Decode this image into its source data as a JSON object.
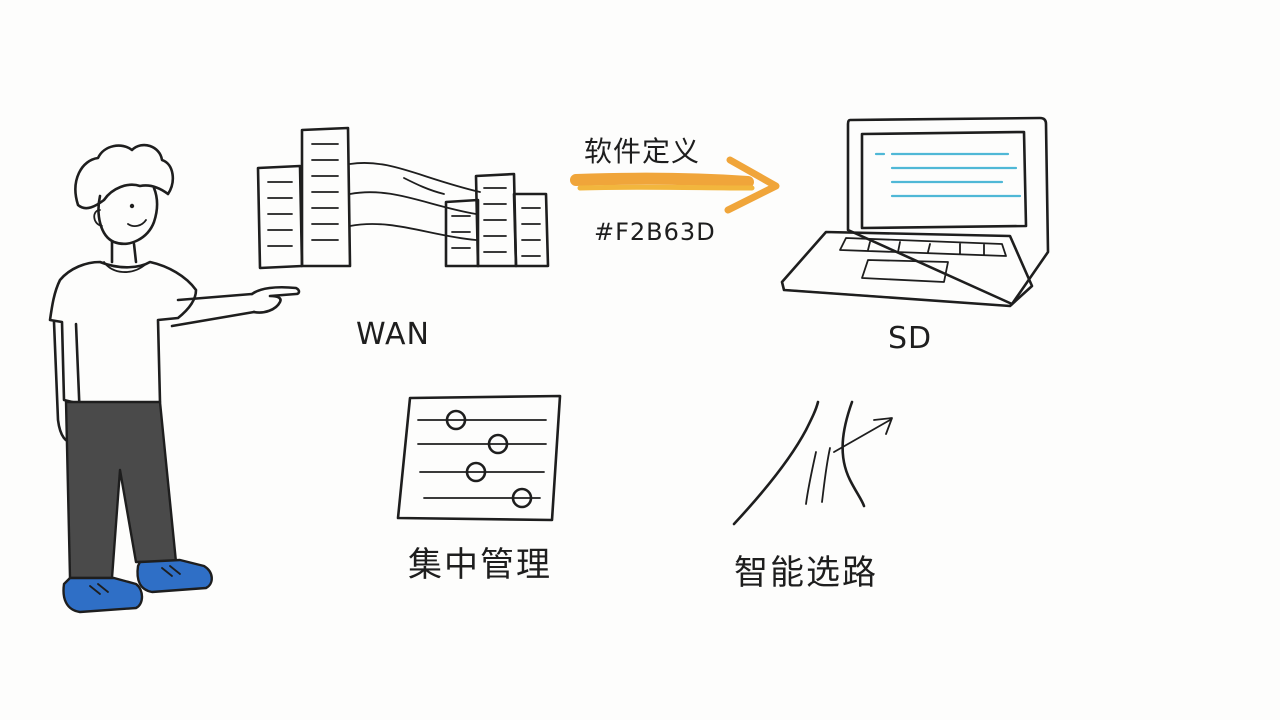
{
  "labels": {
    "wan": "WAN",
    "sd": "SD",
    "software_defined": "软件定义",
    "accent_hex": "#F2B63D",
    "centralized_management": "集中管理",
    "smart_routing": "智能选路"
  },
  "icons": {
    "person": "presenter-icon",
    "network": "buildings-network-icon",
    "arrow": "arrow-right-icon",
    "laptop": "laptop-icon",
    "management": "sliders-panel-icon",
    "routing": "road-fork-icon"
  },
  "colors": {
    "ink": "#1e1e1e",
    "arrow_orange": "#F0A53A",
    "arrow_highlight": "#F2B63D",
    "screen_blue": "#4FB8D6",
    "shoe_blue": "#2F6FC6",
    "pants_gray": "#4A4A4A"
  }
}
